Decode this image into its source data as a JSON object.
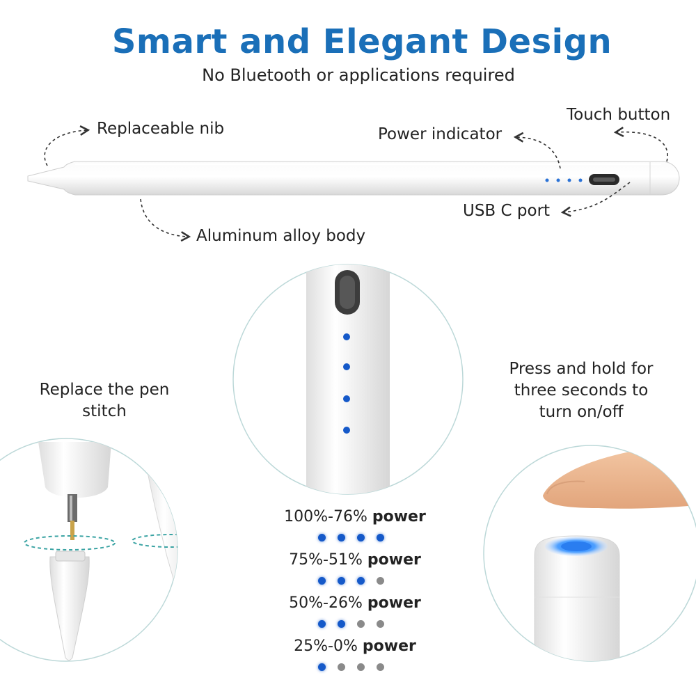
{
  "heading": {
    "title": "Smart and Elegant Design",
    "subtitle": "No Bluetooth or applications required"
  },
  "callouts": {
    "replaceable_nib": "Replaceable nib",
    "aluminum_body": "Aluminum alloy body",
    "power_indicator": "Power indicator",
    "touch_button": "Touch button",
    "usb_port": "USB C port"
  },
  "left_panel": {
    "label": "Replace the pen stitch"
  },
  "right_panel": {
    "label": "Press and hold for three seconds to turn on/off"
  },
  "power_levels": [
    {
      "range": "100%-76%",
      "word": "power",
      "lit": 4
    },
    {
      "range": "75%-51%",
      "word": "power",
      "lit": 3
    },
    {
      "range": "50%-26%",
      "word": "power",
      "lit": 2
    },
    {
      "range": "25%-0%",
      "word": "power",
      "lit": 1
    }
  ],
  "colors": {
    "title": "#1a6fb8",
    "led_on": "#1559c9",
    "led_off": "#8a8a8a",
    "circle_border": "#bcd8d8"
  }
}
